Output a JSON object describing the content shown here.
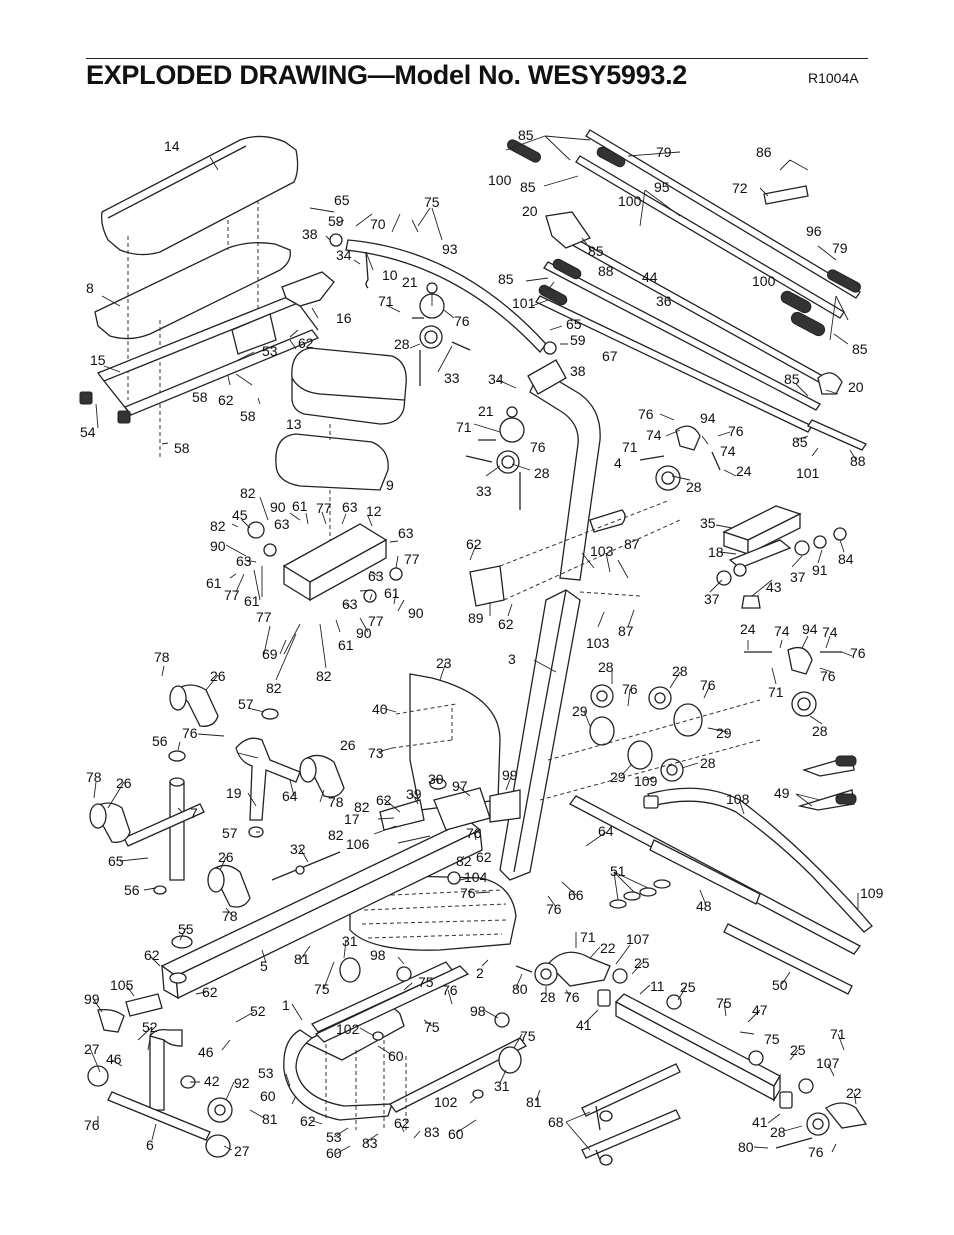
{
  "header": {
    "title": "EXPLODED DRAWING—Model No. WESY5993.2",
    "code": "R1004A"
  },
  "callouts": [
    {
      "id": "c0",
      "text": "14"
    },
    {
      "id": "c1",
      "text": "8"
    },
    {
      "id": "c2",
      "text": "15"
    },
    {
      "id": "c3",
      "text": "54"
    },
    {
      "id": "c4",
      "text": "58"
    },
    {
      "id": "c5",
      "text": "62"
    },
    {
      "id": "c6",
      "text": "58"
    },
    {
      "id": "c7",
      "text": "53"
    },
    {
      "id": "c8",
      "text": "58"
    },
    {
      "id": "c9",
      "text": "62"
    },
    {
      "id": "c10",
      "text": "16"
    },
    {
      "id": "c11",
      "text": "13"
    },
    {
      "id": "c12",
      "text": "9"
    },
    {
      "id": "c13",
      "text": "65"
    },
    {
      "id": "c14",
      "text": "59"
    },
    {
      "id": "c15",
      "text": "70"
    },
    {
      "id": "c16",
      "text": "75"
    },
    {
      "id": "c17",
      "text": "38"
    },
    {
      "id": "c18",
      "text": "93"
    },
    {
      "id": "c19",
      "text": "34"
    },
    {
      "id": "c20",
      "text": "10"
    },
    {
      "id": "c21",
      "text": "21"
    },
    {
      "id": "c22",
      "text": "71"
    },
    {
      "id": "c23",
      "text": "76"
    },
    {
      "id": "c24",
      "text": "28"
    },
    {
      "id": "c25",
      "text": "33"
    },
    {
      "id": "c26",
      "text": "85"
    },
    {
      "id": "c27",
      "text": "100"
    },
    {
      "id": "c28",
      "text": "85"
    },
    {
      "id": "c29",
      "text": "79"
    },
    {
      "id": "c30",
      "text": "100"
    },
    {
      "id": "c31",
      "text": "95"
    },
    {
      "id": "c32",
      "text": "86"
    },
    {
      "id": "c33",
      "text": "72"
    },
    {
      "id": "c34",
      "text": "20"
    },
    {
      "id": "c35",
      "text": "85"
    },
    {
      "id": "c36",
      "text": "96"
    },
    {
      "id": "c37",
      "text": "79"
    },
    {
      "id": "c38",
      "text": "85"
    },
    {
      "id": "c39",
      "text": "88"
    },
    {
      "id": "c40",
      "text": "44"
    },
    {
      "id": "c41",
      "text": "100"
    },
    {
      "id": "c42",
      "text": "101"
    },
    {
      "id": "c43",
      "text": "36"
    },
    {
      "id": "c44",
      "text": "65"
    },
    {
      "id": "c45",
      "text": "59"
    },
    {
      "id": "c46",
      "text": "85"
    },
    {
      "id": "c47",
      "text": "67"
    },
    {
      "id": "c48",
      "text": "38"
    },
    {
      "id": "c49",
      "text": "34"
    },
    {
      "id": "c50",
      "text": "85"
    },
    {
      "id": "c51",
      "text": "20"
    },
    {
      "id": "c52",
      "text": "21"
    },
    {
      "id": "c53",
      "text": "71"
    },
    {
      "id": "c54",
      "text": "76"
    },
    {
      "id": "c55",
      "text": "28"
    },
    {
      "id": "c56",
      "text": "33"
    },
    {
      "id": "c57",
      "text": "4"
    },
    {
      "id": "c58",
      "text": "76"
    },
    {
      "id": "c59",
      "text": "94"
    },
    {
      "id": "c60",
      "text": "74"
    },
    {
      "id": "c61",
      "text": "76"
    },
    {
      "id": "c62",
      "text": "71"
    },
    {
      "id": "c63",
      "text": "74"
    },
    {
      "id": "c64",
      "text": "85"
    },
    {
      "id": "c65",
      "text": "24"
    },
    {
      "id": "c66",
      "text": "28"
    },
    {
      "id": "c67",
      "text": "101"
    },
    {
      "id": "c68",
      "text": "88"
    },
    {
      "id": "c69",
      "text": "82"
    },
    {
      "id": "c70",
      "text": "45"
    },
    {
      "id": "c71",
      "text": "82"
    },
    {
      "id": "c72",
      "text": "90"
    },
    {
      "id": "c73",
      "text": "61"
    },
    {
      "id": "c74",
      "text": "77"
    },
    {
      "id": "c75",
      "text": "63"
    },
    {
      "id": "c76",
      "text": "12"
    },
    {
      "id": "c77",
      "text": "63"
    },
    {
      "id": "c78",
      "text": "90"
    },
    {
      "id": "c79",
      "text": "63"
    },
    {
      "id": "c80",
      "text": "63"
    },
    {
      "id": "c81",
      "text": "77"
    },
    {
      "id": "c82",
      "text": "61"
    },
    {
      "id": "c83",
      "text": "77"
    },
    {
      "id": "c84",
      "text": "61"
    },
    {
      "id": "c85",
      "text": "63"
    },
    {
      "id": "c86",
      "text": "61"
    },
    {
      "id": "c87",
      "text": "77"
    },
    {
      "id": "c88",
      "text": "63"
    },
    {
      "id": "c89",
      "text": "90"
    },
    {
      "id": "c90",
      "text": "77"
    },
    {
      "id": "c91",
      "text": "90"
    },
    {
      "id": "c92",
      "text": "69"
    },
    {
      "id": "c93",
      "text": "61"
    },
    {
      "id": "c94",
      "text": "82"
    },
    {
      "id": "c95",
      "text": "82"
    },
    {
      "id": "c96",
      "text": "62"
    },
    {
      "id": "c97",
      "text": "89"
    },
    {
      "id": "c98",
      "text": "62"
    },
    {
      "id": "c99",
      "text": "103"
    },
    {
      "id": "c100",
      "text": "87"
    },
    {
      "id": "c101",
      "text": "103"
    },
    {
      "id": "c102",
      "text": "87"
    },
    {
      "id": "c103",
      "text": "3"
    },
    {
      "id": "c104",
      "text": "35"
    },
    {
      "id": "c105",
      "text": "18"
    },
    {
      "id": "c106",
      "text": "37"
    },
    {
      "id": "c107",
      "text": "91"
    },
    {
      "id": "c108",
      "text": "84"
    },
    {
      "id": "c109",
      "text": "37"
    },
    {
      "id": "c110",
      "text": "43"
    },
    {
      "id": "c111",
      "text": "24"
    },
    {
      "id": "c112",
      "text": "74"
    },
    {
      "id": "c113",
      "text": "94"
    },
    {
      "id": "c114",
      "text": "74"
    },
    {
      "id": "c115",
      "text": "76"
    },
    {
      "id": "c116",
      "text": "76"
    },
    {
      "id": "c117",
      "text": "71"
    },
    {
      "id": "c118",
      "text": "28"
    },
    {
      "id": "c119",
      "text": "78"
    },
    {
      "id": "c120",
      "text": "26"
    },
    {
      "id": "c121",
      "text": "57"
    },
    {
      "id": "c122",
      "text": "76"
    },
    {
      "id": "c123",
      "text": "56"
    },
    {
      "id": "c124",
      "text": "26"
    },
    {
      "id": "c125",
      "text": "78"
    },
    {
      "id": "c126",
      "text": "26"
    },
    {
      "id": "c127",
      "text": "19"
    },
    {
      "id": "c128",
      "text": "64"
    },
    {
      "id": "c129",
      "text": "78"
    },
    {
      "id": "c130",
      "text": "7"
    },
    {
      "id": "c131",
      "text": "57"
    },
    {
      "id": "c132",
      "text": "65"
    },
    {
      "id": "c133",
      "text": "26"
    },
    {
      "id": "c134",
      "text": "56"
    },
    {
      "id": "c135",
      "text": "78"
    },
    {
      "id": "c136",
      "text": "23"
    },
    {
      "id": "c137",
      "text": "40"
    },
    {
      "id": "c138",
      "text": "73"
    },
    {
      "id": "c139",
      "text": "30"
    },
    {
      "id": "c140",
      "text": "97"
    },
    {
      "id": "c141",
      "text": "99"
    },
    {
      "id": "c142",
      "text": "39"
    },
    {
      "id": "c143",
      "text": "82"
    },
    {
      "id": "c144",
      "text": "62"
    },
    {
      "id": "c145",
      "text": "17"
    },
    {
      "id": "c146",
      "text": "82"
    },
    {
      "id": "c147",
      "text": "106"
    },
    {
      "id": "c148",
      "text": "32"
    },
    {
      "id": "c149",
      "text": "76"
    },
    {
      "id": "c150",
      "text": "82"
    },
    {
      "id": "c151",
      "text": "62"
    },
    {
      "id": "c152",
      "text": "104"
    },
    {
      "id": "c153",
      "text": "76"
    },
    {
      "id": "c154",
      "text": "76"
    },
    {
      "id": "c155",
      "text": "66"
    },
    {
      "id": "c156",
      "text": "64"
    },
    {
      "id": "c157",
      "text": "2"
    },
    {
      "id": "c158",
      "text": "28"
    },
    {
      "id": "c159",
      "text": "28"
    },
    {
      "id": "c160",
      "text": "76"
    },
    {
      "id": "c161",
      "text": "76"
    },
    {
      "id": "c162",
      "text": "29"
    },
    {
      "id": "c163",
      "text": "29"
    },
    {
      "id": "c164",
      "text": "29"
    },
    {
      "id": "c165",
      "text": "109"
    },
    {
      "id": "c166",
      "text": "28"
    },
    {
      "id": "c167",
      "text": "108"
    },
    {
      "id": "c168",
      "text": "49"
    },
    {
      "id": "c169",
      "text": "51"
    },
    {
      "id": "c170",
      "text": "48"
    },
    {
      "id": "c171",
      "text": "109"
    },
    {
      "id": "c172",
      "text": "50"
    },
    {
      "id": "c173",
      "text": "55"
    },
    {
      "id": "c174",
      "text": "62"
    },
    {
      "id": "c175",
      "text": "5"
    },
    {
      "id": "c176",
      "text": "105"
    },
    {
      "id": "c177",
      "text": "62"
    },
    {
      "id": "c178",
      "text": "99"
    },
    {
      "id": "c179",
      "text": "52"
    },
    {
      "id": "c180",
      "text": "52"
    },
    {
      "id": "c181",
      "text": "46"
    },
    {
      "id": "c182",
      "text": "46"
    },
    {
      "id": "c183",
      "text": "27"
    },
    {
      "id": "c184",
      "text": "42"
    },
    {
      "id": "c185",
      "text": "92"
    },
    {
      "id": "c186",
      "text": "81"
    },
    {
      "id": "c187",
      "text": "76"
    },
    {
      "id": "c188",
      "text": "6"
    },
    {
      "id": "c189",
      "text": "27"
    },
    {
      "id": "c190",
      "text": "81"
    },
    {
      "id": "c191",
      "text": "31"
    },
    {
      "id": "c192",
      "text": "75"
    },
    {
      "id": "c193",
      "text": "98"
    },
    {
      "id": "c194",
      "text": "1"
    },
    {
      "id": "c195",
      "text": "75"
    },
    {
      "id": "c196",
      "text": "76"
    },
    {
      "id": "c197",
      "text": "102"
    },
    {
      "id": "c198",
      "text": "60"
    },
    {
      "id": "c199",
      "text": "75"
    },
    {
      "id": "c200",
      "text": "98"
    },
    {
      "id": "c201",
      "text": "53"
    },
    {
      "id": "c202",
      "text": "60"
    },
    {
      "id": "c203",
      "text": "62"
    },
    {
      "id": "c204",
      "text": "53"
    },
    {
      "id": "c205",
      "text": "60"
    },
    {
      "id": "c206",
      "text": "83"
    },
    {
      "id": "c207",
      "text": "62"
    },
    {
      "id": "c208",
      "text": "83"
    },
    {
      "id": "c209",
      "text": "102"
    },
    {
      "id": "c210",
      "text": "60"
    },
    {
      "id": "c211",
      "text": "75"
    },
    {
      "id": "c212",
      "text": "31"
    },
    {
      "id": "c213",
      "text": "81"
    },
    {
      "id": "c214",
      "text": "71"
    },
    {
      "id": "c215",
      "text": "22"
    },
    {
      "id": "c216",
      "text": "107"
    },
    {
      "id": "c217",
      "text": "80"
    },
    {
      "id": "c218",
      "text": "28"
    },
    {
      "id": "c219",
      "text": "76"
    },
    {
      "id": "c220",
      "text": "25"
    },
    {
      "id": "c221",
      "text": "41"
    },
    {
      "id": "c222",
      "text": "11"
    },
    {
      "id": "c223",
      "text": "25"
    },
    {
      "id": "c224",
      "text": "75"
    },
    {
      "id": "c225",
      "text": "47"
    },
    {
      "id": "c226",
      "text": "75"
    },
    {
      "id": "c227",
      "text": "25"
    },
    {
      "id": "c228",
      "text": "71"
    },
    {
      "id": "c229",
      "text": "107"
    },
    {
      "id": "c230",
      "text": "22"
    },
    {
      "id": "c231",
      "text": "68"
    },
    {
      "id": "c232",
      "text": "41"
    },
    {
      "id": "c233",
      "text": "28"
    },
    {
      "id": "c234",
      "text": "80"
    },
    {
      "id": "c235",
      "text": "76"
    }
  ]
}
